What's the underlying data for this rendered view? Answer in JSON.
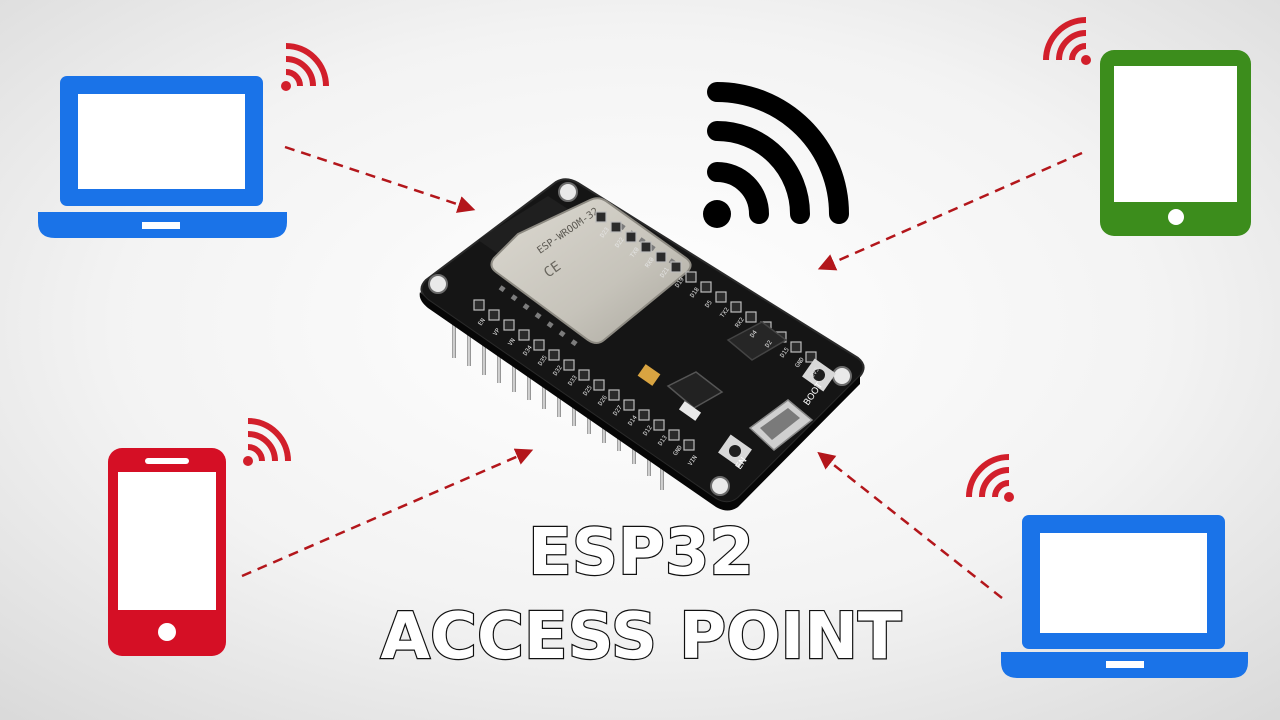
{
  "title": {
    "line1": "ESP32",
    "line2": "ACCESS POINT"
  },
  "board": {
    "module_label": "ESP-WROOM-32",
    "button_en": "EN",
    "button_boot": "BOOT",
    "pins_top": [
      "3V3",
      "GND",
      "D15",
      "D2",
      "D4",
      "RX2",
      "TX2",
      "D5",
      "D18",
      "D19",
      "D21",
      "RX0",
      "TX0",
      "D22",
      "D23"
    ],
    "pins_bottom": [
      "VIN",
      "GND",
      "D13",
      "D12",
      "D14",
      "D27",
      "D26",
      "D25",
      "D33",
      "D32",
      "D35",
      "D34",
      "VN",
      "VP",
      "EN"
    ]
  },
  "devices": [
    {
      "kind": "laptop",
      "position": "top-left",
      "color": "#1a73e8"
    },
    {
      "kind": "tablet",
      "position": "top-right",
      "color": "#3c8d1c"
    },
    {
      "kind": "phone",
      "position": "bottom-left",
      "color": "#d50f25"
    },
    {
      "kind": "laptop",
      "position": "bottom-right",
      "color": "#1a73e8"
    }
  ],
  "colors": {
    "background_center": "#ffffff",
    "background_edge": "#d9d9d9",
    "arrow": "#b3161b",
    "signal_small": "#d21f2b",
    "signal_large": "#000000",
    "board": "#151515",
    "module_shield": "#c9c6bd"
  },
  "icons": {
    "wifi_main": "wifi-icon",
    "wifi_device": "wifi-signal-icon",
    "arrow": "dashed-arrow-icon"
  }
}
